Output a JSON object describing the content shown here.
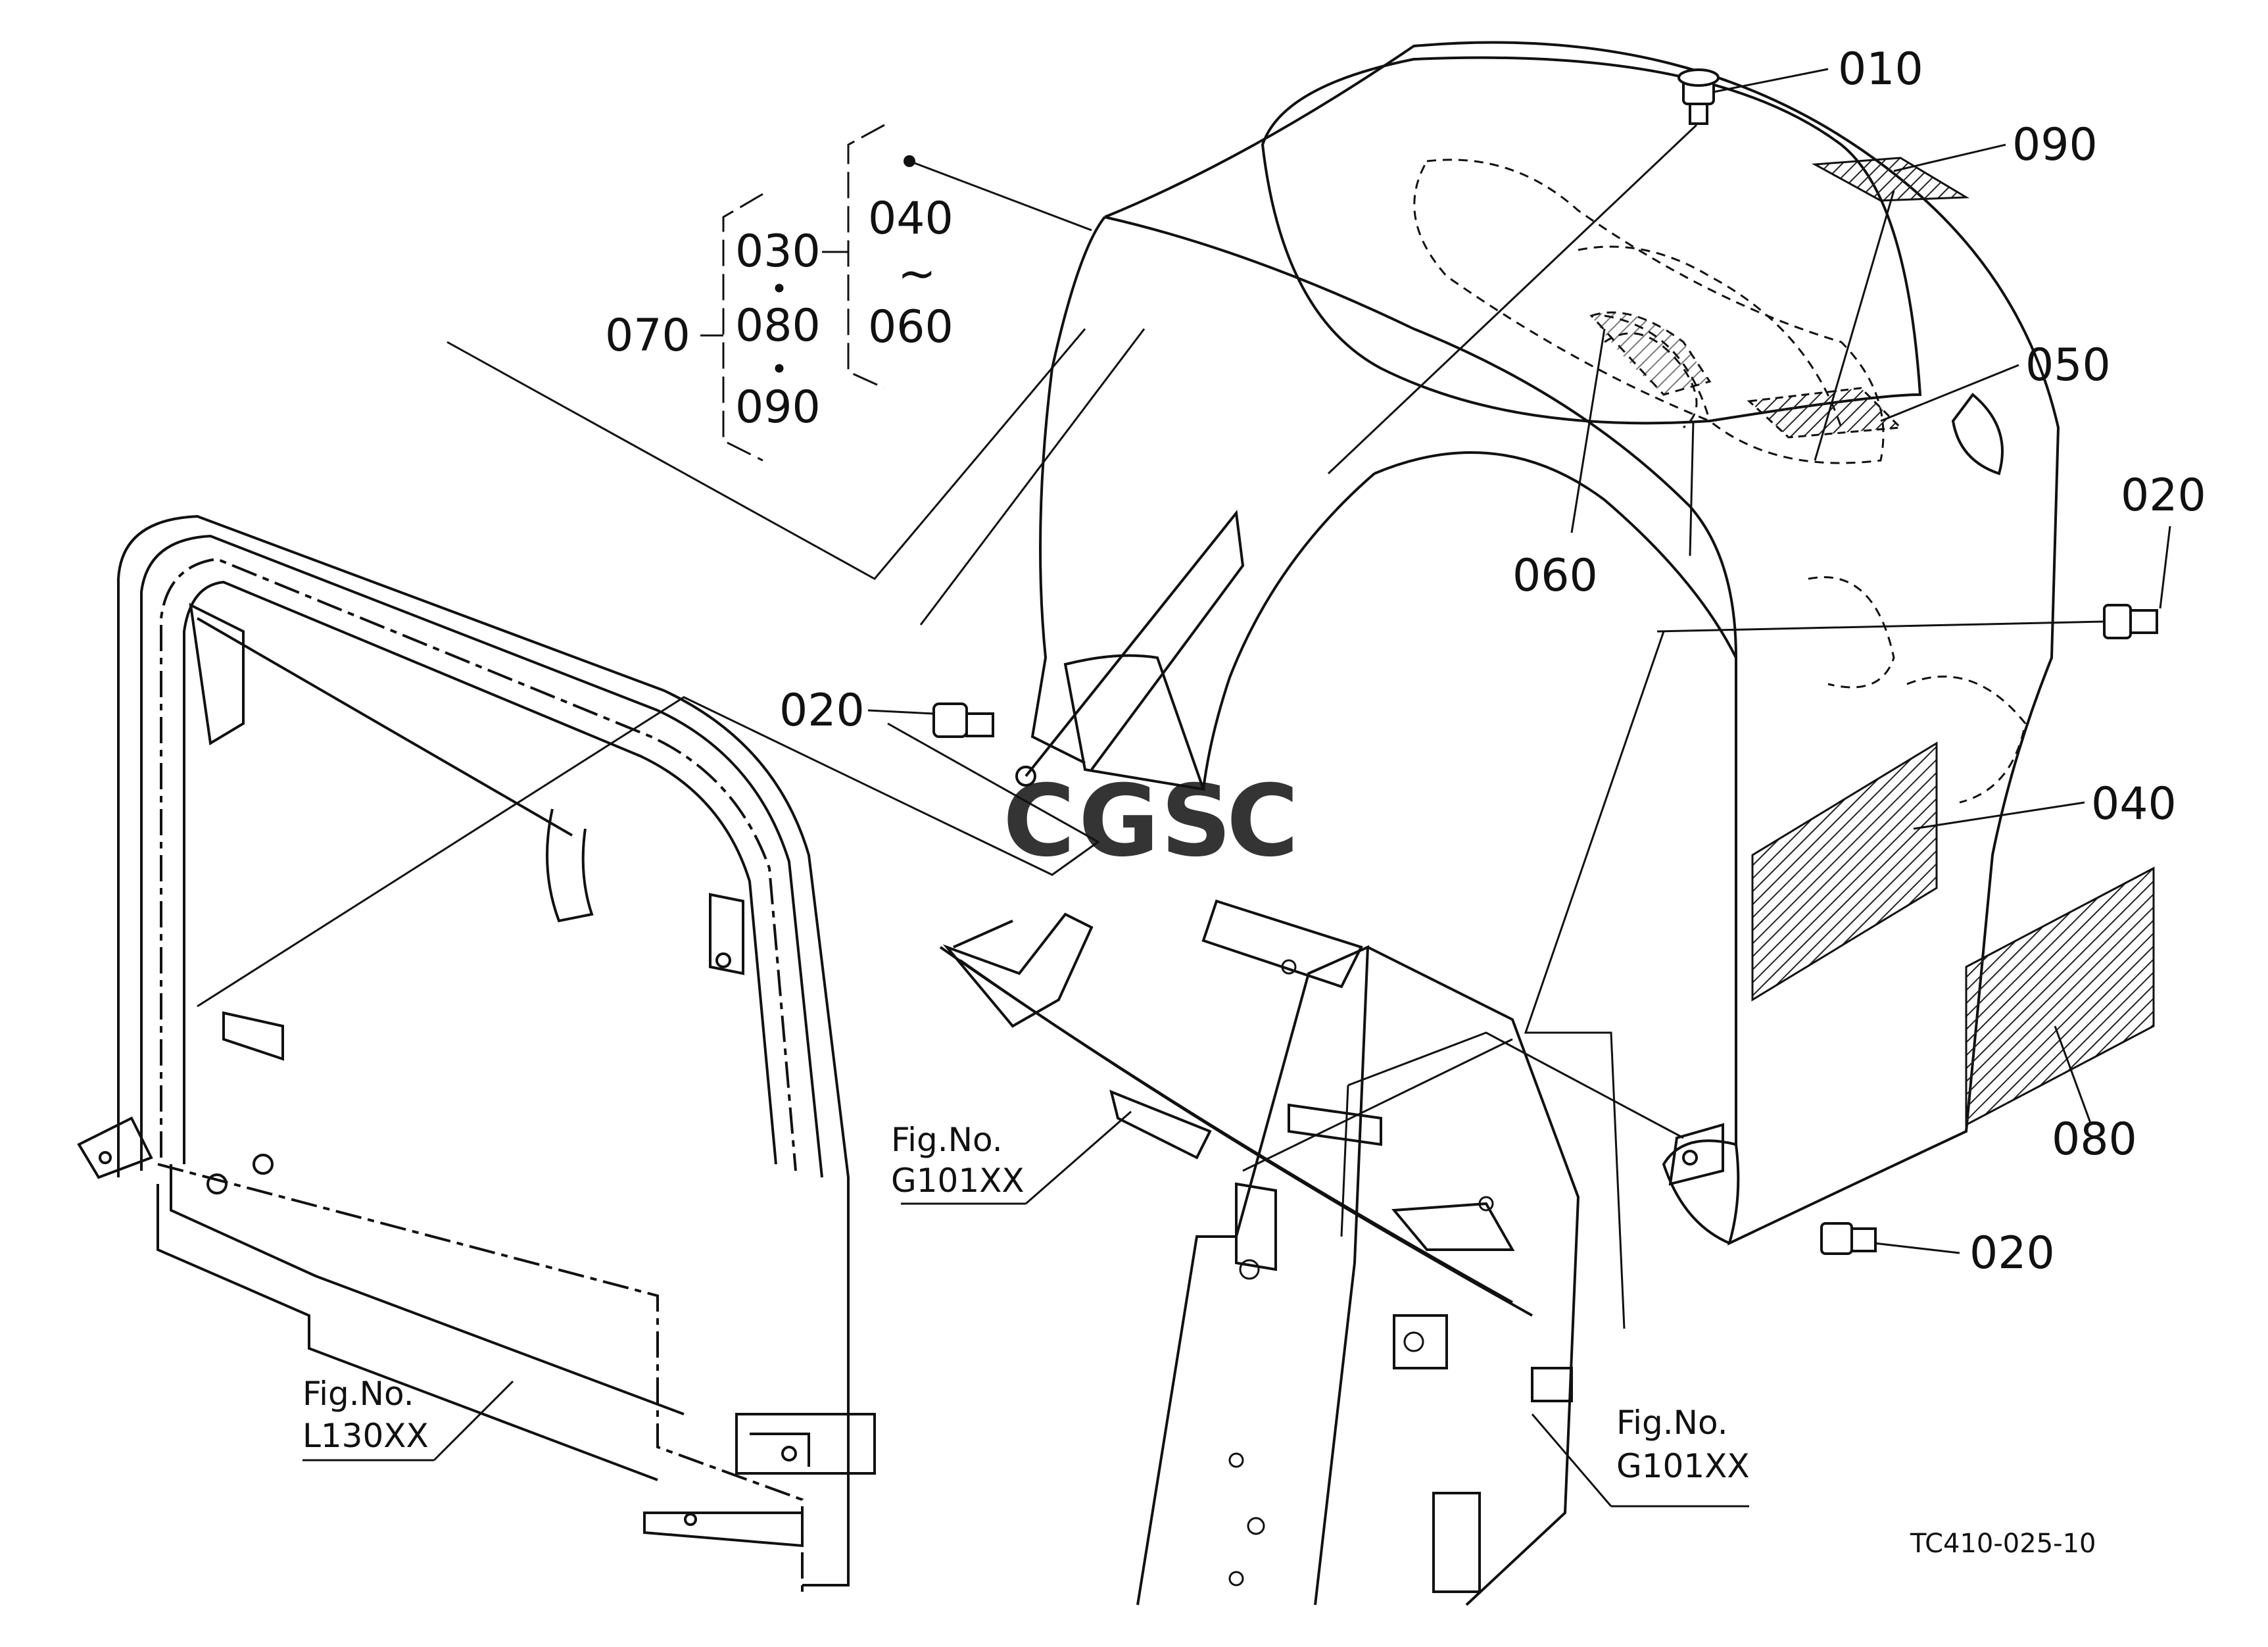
{
  "callouts": {
    "p010": "010",
    "p090": "090",
    "p050": "050",
    "p020_right": "020",
    "p040": "040",
    "p080": "080",
    "p020_bottom": "020",
    "p060": "060",
    "p020_left": "020"
  },
  "group": {
    "left": [
      "070"
    ],
    "middle": [
      "030",
      "080",
      "090"
    ],
    "right_top": "040",
    "right_tilde": "~",
    "right_bottom": "060"
  },
  "figrefs": [
    {
      "line1": "Fig.No.",
      "line2": "G101XX"
    },
    {
      "line1": "Fig.No.",
      "line2": "L130XX"
    },
    {
      "line1": "Fig.No.",
      "line2": "G101XX"
    }
  ],
  "diagram_code": "TC410-025-10",
  "watermark": {
    "letters": [
      "C",
      "G",
      "S",
      "C"
    ],
    "colors": [
      "#4a8fe8",
      "#ee6b5b",
      "#f3c13a",
      "#48b07a"
    ]
  }
}
